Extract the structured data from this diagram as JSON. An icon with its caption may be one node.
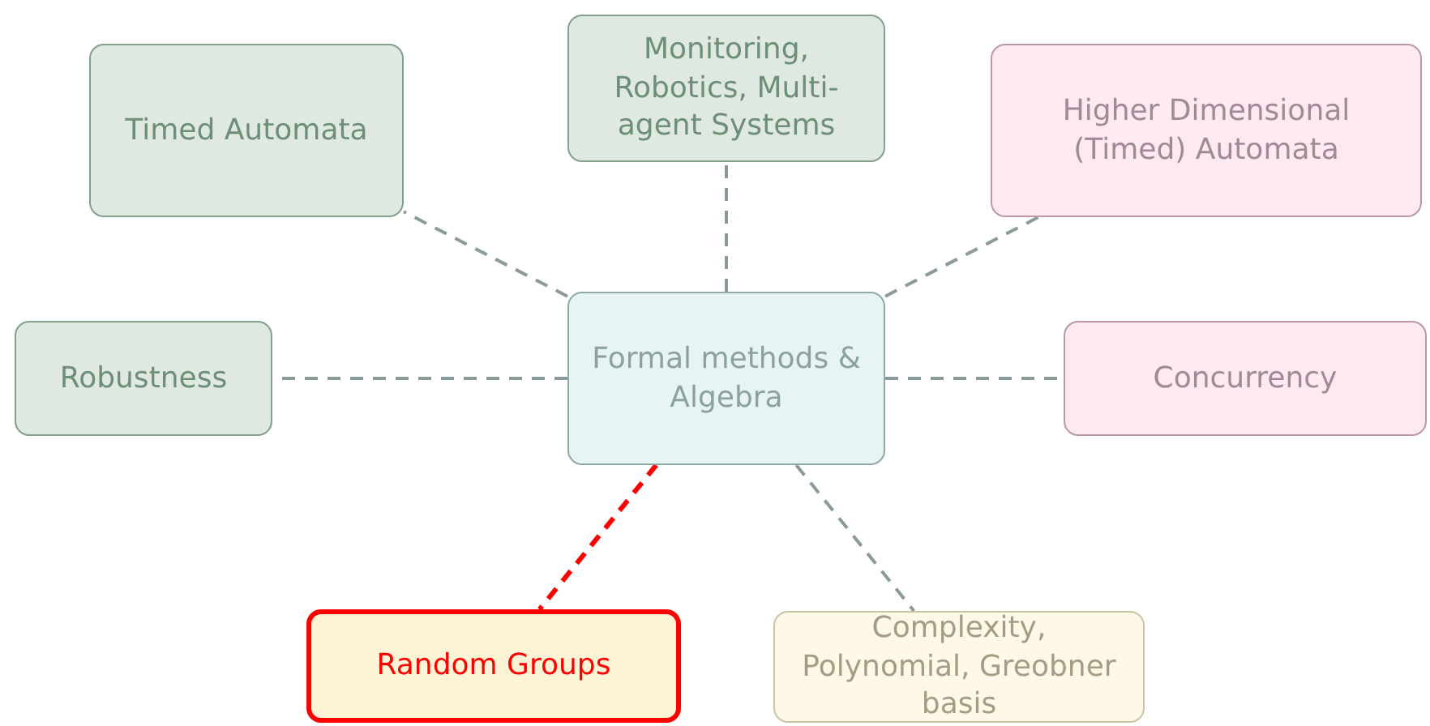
{
  "diagram": {
    "nodes": [
      {
        "text": [
          "Monitoring, Robotics, Multi-agent Systems"
        ]
      },
      {
        "text": [
          "Timed Automata"
        ]
      },
      {
        "text": [
          "Higher Dimensional (Timed) Automata"
        ]
      },
      {
        "text": [
          "Robustness"
        ]
      },
      {
        "text": [
          "Formal methods & Algebra"
        ]
      },
      {
        "text": [
          "Concurrency"
        ]
      },
      {
        "text": [
          "Random Groups"
        ]
      },
      {
        "text": [
          "Complexity, Polynomial, Greobner basis"
        ]
      }
    ],
    "edges": [
      {
        "from": 4,
        "to": 0,
        "arrow": "none",
        "style": "dashed"
      },
      {
        "from": 4,
        "to": 1,
        "arrow": "none",
        "style": "dashed"
      },
      {
        "from": 4,
        "to": 2,
        "arrow": "none",
        "style": "dashed"
      },
      {
        "from": 4,
        "to": 3,
        "arrow": "none",
        "style": "dashed"
      },
      {
        "from": 4,
        "to": 5,
        "arrow": "none",
        "style": "dashed"
      },
      {
        "from": 4,
        "to": 6,
        "arrow": "none",
        "style": "dashed",
        "color": "#ff0000"
      },
      {
        "from": 4,
        "to": 7,
        "arrow": "none",
        "style": "dashed"
      }
    ]
  }
}
